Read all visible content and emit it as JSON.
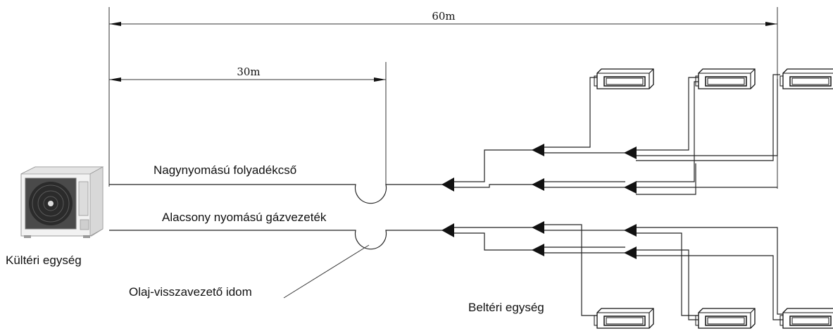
{
  "dimensions": {
    "total_length": "60m",
    "branch_length": "30m"
  },
  "labels": {
    "high_pressure_pipe": "Nagynyomású folyadékcső",
    "low_pressure_pipe": "Alacsony nyomású gázvezeték",
    "outdoor_unit": "Kültéri egység",
    "oil_return_bend": "Olaj-visszavezető idom",
    "indoor_unit": "Beltéri egység"
  },
  "icons": {
    "outdoor_unit": "air-conditioner-outdoor-unit",
    "indoor_units": "ducted-indoor-unit"
  }
}
